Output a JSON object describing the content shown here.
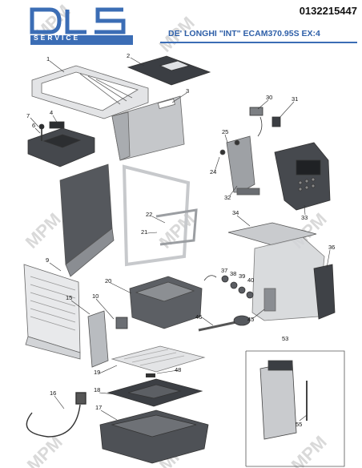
{
  "header": {
    "logo_text": "DLS",
    "logo_subtitle": "SERVICE",
    "document_number": "0132215447",
    "model_title": "DE' LONGHI \"INT\" ECAM370.95S  EX:4"
  },
  "watermark": "MPM",
  "colors": {
    "brand_blue": "#3b6db5",
    "part_grey": "#b9bcc0",
    "dark_part": "#4a4d52"
  },
  "parts": [
    {
      "num": "1"
    },
    {
      "num": "2"
    },
    {
      "num": "3"
    },
    {
      "num": "4"
    },
    {
      "num": "6"
    },
    {
      "num": "7"
    },
    {
      "num": "9"
    },
    {
      "num": "10"
    },
    {
      "num": "15"
    },
    {
      "num": "16"
    },
    {
      "num": "17"
    },
    {
      "num": "18"
    },
    {
      "num": "19"
    },
    {
      "num": "20"
    },
    {
      "num": "21"
    },
    {
      "num": "22"
    },
    {
      "num": "24"
    },
    {
      "num": "25"
    },
    {
      "num": "30"
    },
    {
      "num": "31"
    },
    {
      "num": "32"
    },
    {
      "num": "33"
    },
    {
      "num": "34"
    },
    {
      "num": "36"
    },
    {
      "num": "37"
    },
    {
      "num": "38"
    },
    {
      "num": "39"
    },
    {
      "num": "40"
    },
    {
      "num": "45"
    },
    {
      "num": "46"
    },
    {
      "num": "48"
    },
    {
      "num": "53"
    },
    {
      "num": "55"
    }
  ]
}
